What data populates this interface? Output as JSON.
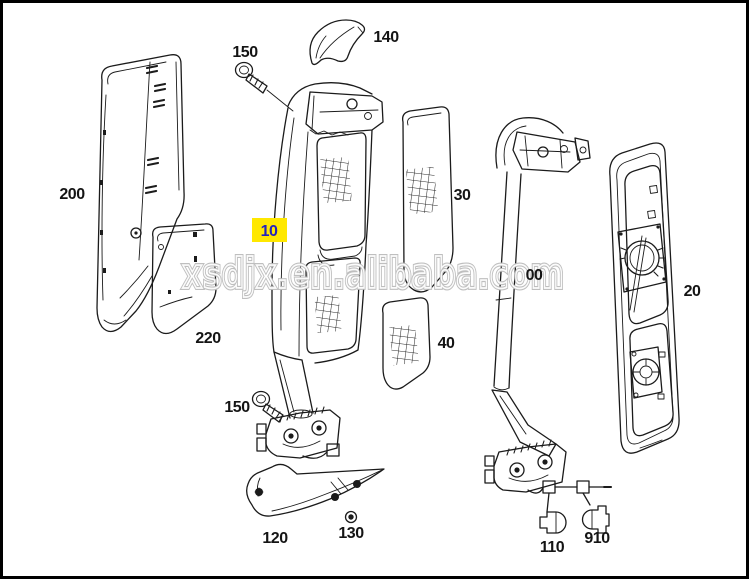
{
  "diagram": {
    "watermark": "xsdjx.en.alibaba.com",
    "colors": {
      "highlight_bg": "#FFE800",
      "highlight_text": "#2222BE",
      "line": "#1b1b1b",
      "watermark_outline": "#bcbcbc"
    },
    "labels": {
      "panel_200": "200",
      "cover_220": "220",
      "screw_150_top": "150",
      "screw_150_bottom": "150",
      "mirror_10": "10",
      "cap_140": "140",
      "glass_30": "30",
      "glass_40": "40",
      "arm_00": "00",
      "housing_20": "20",
      "cover_120": "120",
      "screw_130": "130",
      "connector_110": "110",
      "connector_910": "910"
    }
  }
}
